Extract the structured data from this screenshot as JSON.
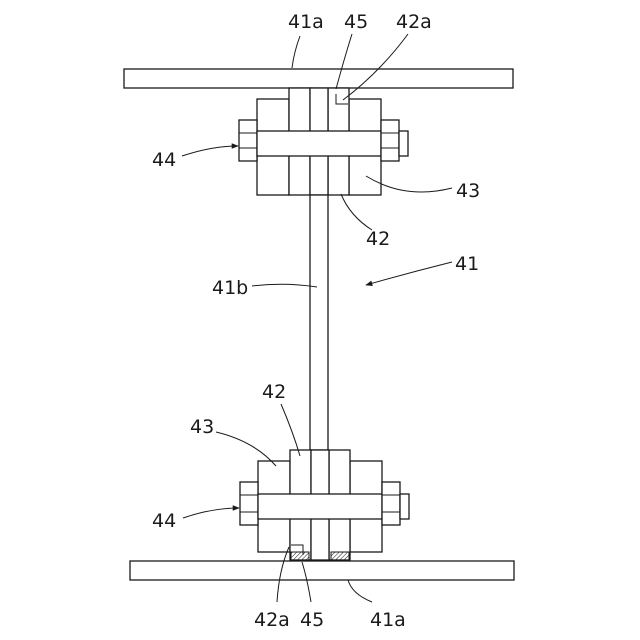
{
  "labels": {
    "flange_top": "41a",
    "clamp_top": "45",
    "recess_top": "42a",
    "bolt_top": "44",
    "fill_top": "43",
    "plate_top": "42",
    "web": "41b",
    "assembly": "41",
    "plate_bottom": "42",
    "fill_bottom": "43",
    "bolt_bottom": "44",
    "recess_bottom": "42a",
    "clamp_bottom": "45",
    "flange_bottom": "41a"
  },
  "colors": {
    "line": "#1a1a1a",
    "background": "#ffffff"
  }
}
